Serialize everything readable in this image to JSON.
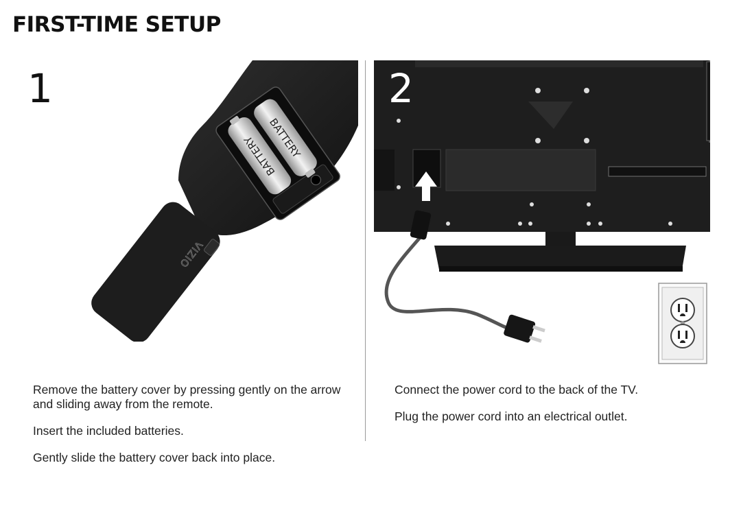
{
  "page": {
    "title": "FIRST-TIME SETUP"
  },
  "step1": {
    "number": "1",
    "battery_label": "BATTERY",
    "cover_logo": "VIZIO",
    "instructions": [
      "Remove the battery cover by pressing gently on the arrow and sliding away from the remote.",
      "Insert the included batteries.",
      "Gently slide the battery cover back into place."
    ]
  },
  "step2": {
    "number": "2",
    "instructions": [
      "Connect the power cord to the back of the TV.",
      "Plug the power cord into an electrical outlet."
    ]
  },
  "colors": {
    "device_black": "#1c1c1c",
    "battery_silver": "#d8d8d8",
    "outlet_white": "#f4f4f4"
  }
}
